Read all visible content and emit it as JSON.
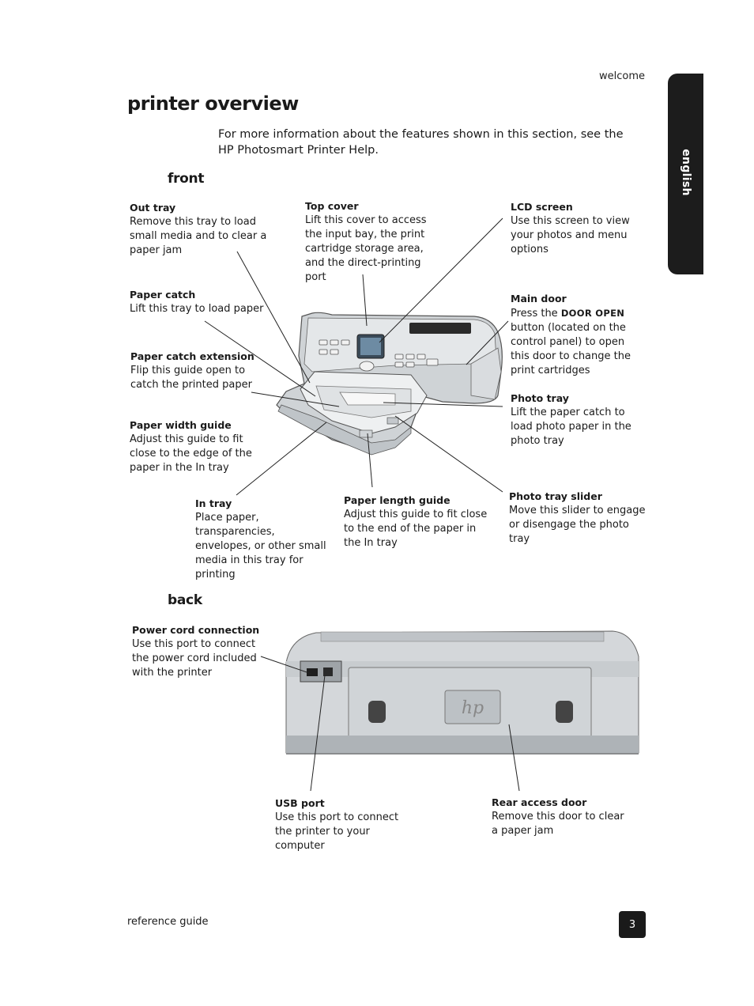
{
  "header": {
    "section_label": "welcome",
    "language_tab": "english"
  },
  "page": {
    "title": "printer overview",
    "intro": "For more information about the features shown in this section, see the HP Photosmart Printer Help."
  },
  "front": {
    "heading": "front",
    "callouts": {
      "out_tray": {
        "title": "Out tray",
        "text": "Remove this tray to load small media and to clear a paper jam"
      },
      "top_cover": {
        "title": "Top cover",
        "text": "Lift this cover to access the input bay, the print cartridge storage area, and the direct-printing port"
      },
      "lcd_screen": {
        "title": "LCD screen",
        "text": "Use this screen to view your photos and menu options"
      },
      "paper_catch": {
        "title": "Paper catch",
        "text": "Lift this tray to load paper"
      },
      "main_door": {
        "title": "Main door",
        "text_before": "Press the ",
        "button_name": "Door Open",
        "text_after": " button (located on the control panel) to open this door to change the print cartridges"
      },
      "paper_catch_extension": {
        "title": "Paper catch extension",
        "text": "Flip this guide open to catch the printed paper"
      },
      "photo_tray": {
        "title": "Photo tray",
        "text": "Lift the paper catch to load photo paper in the photo tray"
      },
      "paper_width_guide": {
        "title": "Paper width guide",
        "text": "Adjust this guide to fit close to the edge of the paper in the In tray"
      },
      "in_tray": {
        "title": "In tray",
        "text": "Place paper, transparencies, envelopes, or other small media in this tray for printing"
      },
      "paper_length_guide": {
        "title": "Paper length guide",
        "text": "Adjust this guide to fit close to the end of the paper in the In tray"
      },
      "photo_tray_slider": {
        "title": "Photo tray slider",
        "text": "Move this slider to engage or disengage the photo tray"
      }
    }
  },
  "back": {
    "heading": "back",
    "callouts": {
      "power_cord": {
        "title": "Power cord connection",
        "text": "Use this port to connect the power cord included with the printer"
      },
      "usb_port": {
        "title": "USB port",
        "text": "Use this port to connect the printer to your computer"
      },
      "rear_access_door": {
        "title": "Rear access door",
        "text": "Remove this door to clear a paper jam"
      }
    }
  },
  "footer": {
    "left": "reference guide",
    "page_number": "3"
  }
}
